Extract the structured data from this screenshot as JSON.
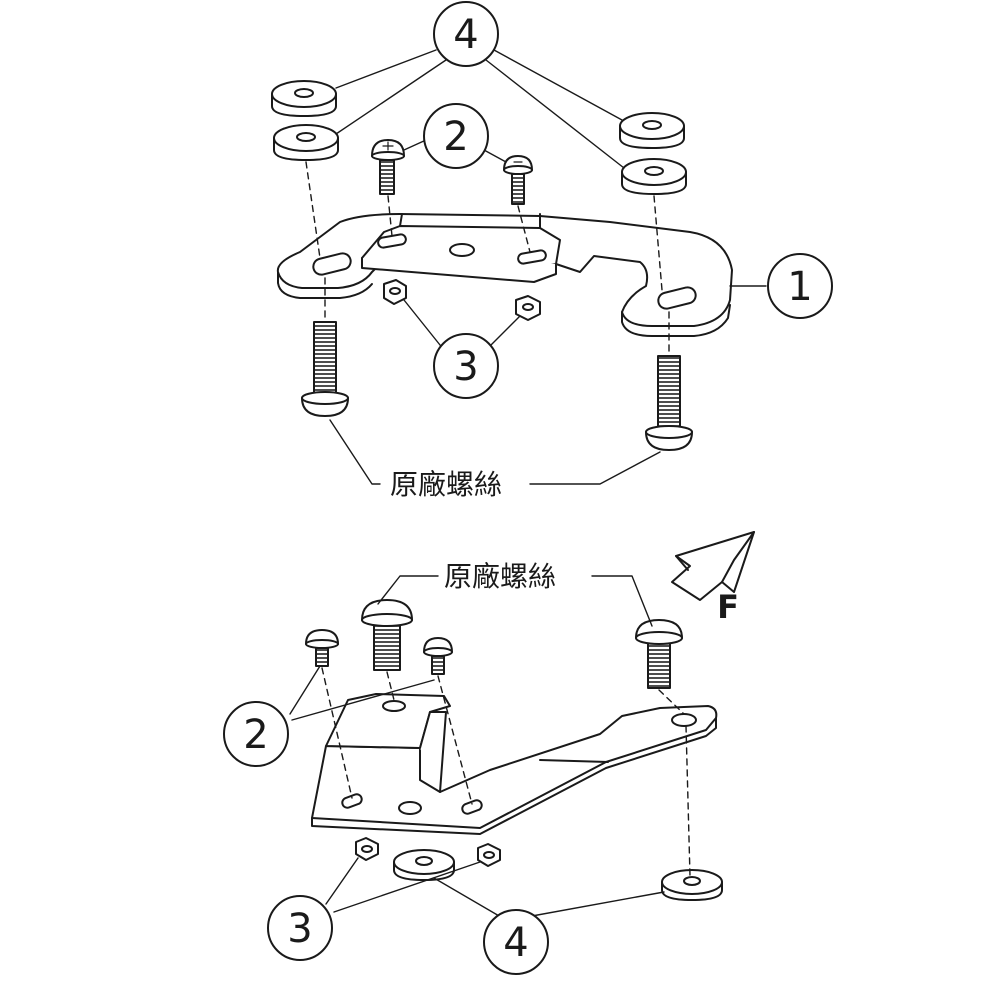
{
  "upper_assembly": {
    "callouts": [
      "4",
      "2",
      "1",
      "3"
    ],
    "oem_screw_label": "原廠螺絲"
  },
  "lower_assembly": {
    "callouts": [
      "2",
      "3",
      "4"
    ],
    "oem_screw_label": "原廠螺絲",
    "direction_label": "F"
  },
  "colors": {
    "line": "#1a1a1a",
    "paper": "#ffffff",
    "thread": "#2a2a2a"
  }
}
